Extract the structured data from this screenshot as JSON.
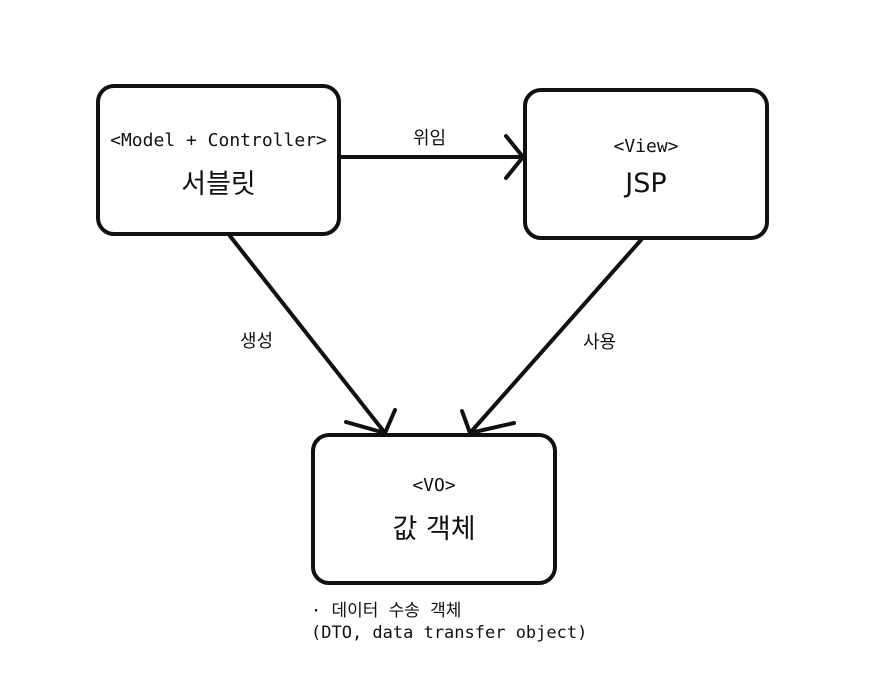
{
  "nodes": {
    "servlet": {
      "stereotype": "<Model + Controller>",
      "title": "서블릿"
    },
    "jsp": {
      "stereotype": "<View>",
      "title": "JSP"
    },
    "vo": {
      "stereotype": "<VO>",
      "title": "값 객체"
    }
  },
  "edges": {
    "servlet_to_jsp": "위임",
    "servlet_to_vo": "생성",
    "jsp_to_vo": "사용"
  },
  "note": {
    "line1": "· 데이터 수송 객체",
    "line2": "(DTO, data transfer object)"
  }
}
